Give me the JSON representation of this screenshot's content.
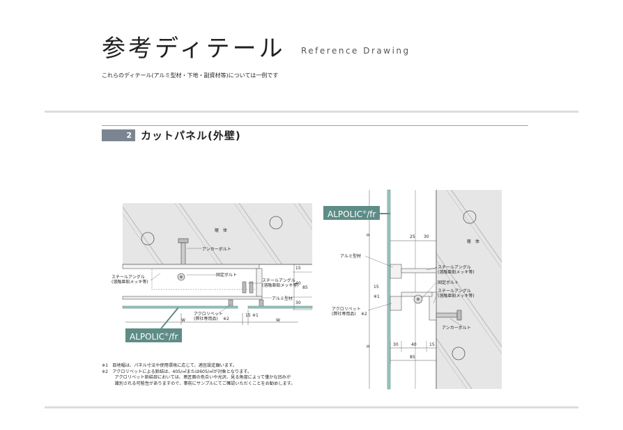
{
  "header": {
    "title": "参考ディテール",
    "title_en": "Reference Drawing",
    "subtitle": "これらのディテール(アルミ型材・下地・副資材等)については一例です"
  },
  "section": {
    "number": "2",
    "title": "カットパネル(外壁)"
  },
  "left_drawing": {
    "brand": "ALPOLIC",
    "brand_sup": "®",
    "brand_suffix": "/fr",
    "labels": {
      "body": "躯　体",
      "anchor_bolt": "アンカーボルト",
      "fixing_bolt": "固定ボルト",
      "steel_angle_left_1": "スチールアングル",
      "steel_angle_left_2": "(溶融亜鉛メッキ等)",
      "steel_angle_right_1": "スチールアングル",
      "steel_angle_right_2": "(溶融亜鉛メッキ等)",
      "alum_section": "アルミ型材",
      "rivet_1": "アクロリベット",
      "rivet_2": "(弊社専用品)",
      "rivet_note": "※2",
      "w_left": "W",
      "w_right": "W",
      "dim_15": "15",
      "dim_15_note": "※1",
      "dim_v15": "15",
      "dim_v40": "40",
      "dim_v30": "30",
      "dim_v85": "85"
    }
  },
  "right_drawing": {
    "brand": "ALPOLIC",
    "brand_sup": "®",
    "brand_suffix": "/fr",
    "labels": {
      "body": "躯　体",
      "h_top": "H",
      "h_bottom": "H",
      "dim_25": "25",
      "dim_30_top": "30",
      "alum_section": "アルミ型材",
      "steel_angle_1": "スチールアングル",
      "steel_angle_1b": "(溶融亜鉛メッキ等)",
      "fixing_bolt": "固定ボルト",
      "steel_angle_2": "スチールアングル",
      "steel_angle_2b": "(溶融亜鉛メッキ等)",
      "rivet_1": "アクロリベット",
      "rivet_2": "(弊社専用品)",
      "rivet_note": "※2",
      "anchor_bolt": "アンカーボルト",
      "dim_15v": "15",
      "dim_15v_note": "※1",
      "dim_30": "30",
      "dim_40": "40",
      "dim_15": "15",
      "dim_85": "85"
    }
  },
  "notes": [
    "※1　目地幅は、パネル寸法や使用環境に応じて、適宜設定願います。",
    "※2　アクロリベットによる鋲結は、405/㎡または605/㎡が対象となります。",
    "　　　アクロリベット鋲結部においては、意匠面の色合いや光沢、見る角度によって僅かな凹みが",
    "　　　識別される可能性がありますので、事前にサンプルにてご確認いただくことをお勧めします。"
  ],
  "colors": {
    "panel": "#5e8c86",
    "badge": "#7a8591",
    "concrete": "#e6e6e6",
    "rule": "#dcdcdc"
  }
}
